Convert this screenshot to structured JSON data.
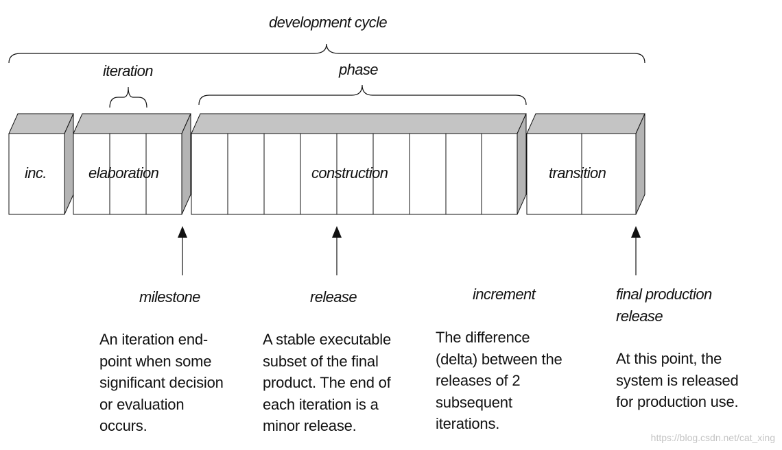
{
  "labels": {
    "development_cycle": "development cycle",
    "iteration": "iteration",
    "phase": "phase",
    "inception": "inc.",
    "elaboration": "elaboration",
    "construction": "construction",
    "transition": "transition",
    "milestone": "milestone",
    "release": "release",
    "increment": "increment",
    "final_release_1": "final production",
    "final_release_2": "release"
  },
  "descriptions": {
    "milestone": [
      "An iteration end-",
      "point when some",
      "significant decision",
      "or evaluation",
      "occurs."
    ],
    "release": [
      "A stable executable",
      "subset of the final",
      "product. The end of",
      "each iteration is a",
      "minor release."
    ],
    "increment": [
      "The difference",
      "(delta) between the",
      "releases of 2",
      "subsequent",
      "iterations."
    ],
    "final_release": [
      "At this point, the",
      "system is released",
      "for production use."
    ]
  },
  "watermark": "https://blog.csdn.net/cat_xing",
  "colors": {
    "box_fill": "#ffffff",
    "box_side": "#b4b4b4",
    "box_top": "#c4c4c4",
    "stroke": "#111111"
  }
}
